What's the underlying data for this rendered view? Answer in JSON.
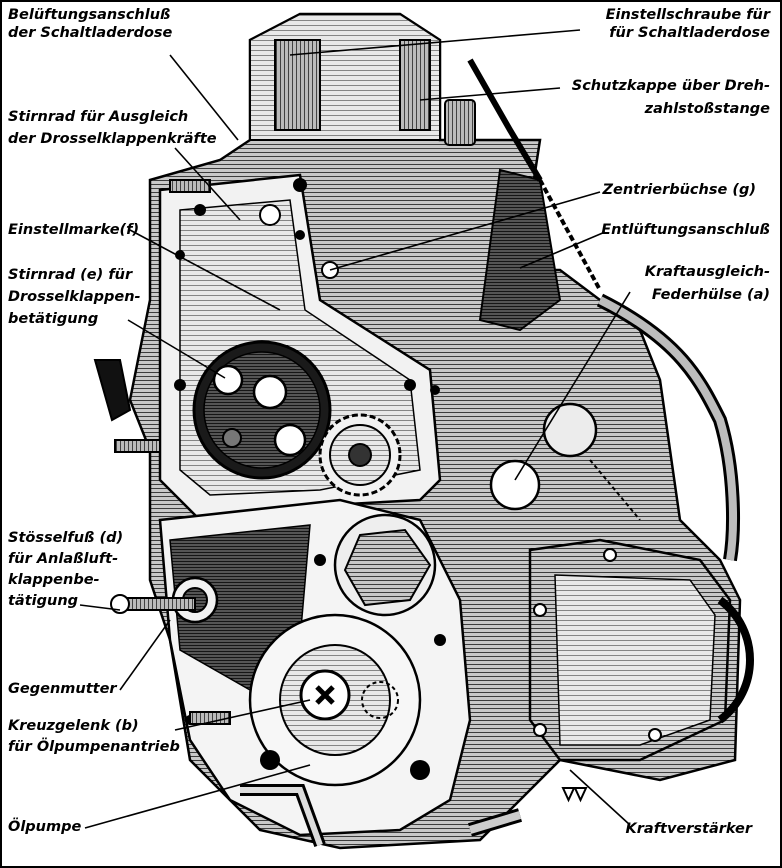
{
  "labels": {
    "beluftung": {
      "lines": [
        "Belüftungsanschluß",
        "der Schaltladerdose"
      ]
    },
    "einstellschraube": {
      "lines": [
        "Einstellschraube für",
        "für Schaltladerdose"
      ]
    },
    "schutzkappe": {
      "lines": [
        "Schutzkappe über Dreh-",
        "zahlstoßstange"
      ]
    },
    "stirnrad_ausgleich": {
      "lines": [
        "Stirnrad für Ausgleich",
        "der Drosselklappenkräfte"
      ]
    },
    "zentrierbuchse": {
      "lines": [
        "Zentrierbüchse (g)"
      ]
    },
    "einstellmarke": {
      "lines": [
        "Einstellmarke(f)"
      ]
    },
    "entluftung": {
      "lines": [
        "Entlüftungsanschluß"
      ]
    },
    "stirnrad_e": {
      "lines": [
        "Stirnrad (e) für",
        "Drosselklappen-",
        "betätigung"
      ]
    },
    "kraftausgleich": {
      "lines": [
        "Kraftausgleich-",
        "Federhülse (a)"
      ]
    },
    "stosselfuss": {
      "lines": [
        "Stösselfuß (d)",
        "für Anlaßluft-",
        "klappenbe-",
        "tätigung"
      ]
    },
    "gegenmutter": {
      "lines": [
        "Gegenmutter"
      ]
    },
    "kreuzgelenk": {
      "lines": [
        "Kreuzgelenk (b)",
        "für Ölpumpenantrieb"
      ]
    },
    "olpumpe": {
      "lines": [
        "Ölpumpe"
      ]
    },
    "kraftverstarker": {
      "lines": [
        "Kraftverstärker"
      ]
    }
  },
  "colors": {
    "ink": "#000000",
    "paper": "#ffffff",
    "mid": "#6e6e6e",
    "dark": "#2a2a2a",
    "light": "#b5b5b5"
  }
}
